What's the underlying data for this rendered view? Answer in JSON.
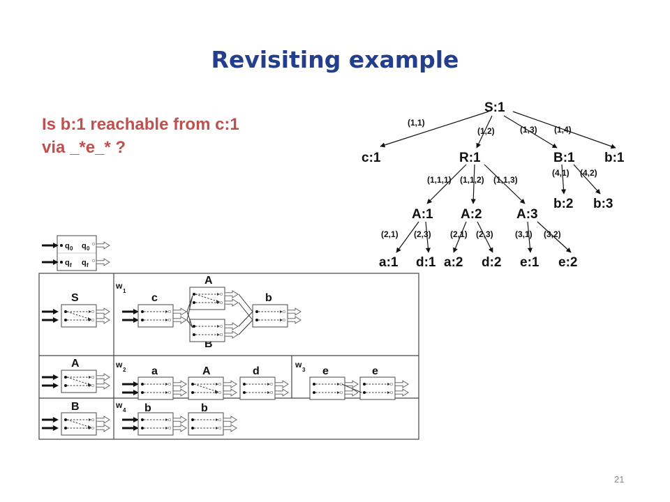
{
  "slide": {
    "title": "Revisiting example",
    "question_line1": "Is b:1 reachable from c:1",
    "question_line2": "via _*e_* ?",
    "page_number": "21"
  },
  "tree": {
    "nodes": {
      "S1": "S:1",
      "c1": "c:1",
      "R1": "R:1",
      "B1": "B:1",
      "b1": "b:1",
      "A1": "A:1",
      "A2": "A:2",
      "A3": "A:3",
      "b2": "b:2",
      "b3": "b:3",
      "a1": "a:1",
      "d1": "d:1",
      "a2": "a:2",
      "d2": "d:2",
      "e1": "e:1",
      "e2": "e:2"
    },
    "edges": {
      "s_c": "(1,1)",
      "s_r": "(1,2)",
      "s_B": "(1,3)",
      "s_b": "(1,4)",
      "r_a1": "(1,1,1)",
      "r_a2": "(1,1,2)",
      "r_a3": "(1,1,3)",
      "B_b2": "(4,1)",
      "B_b3": "(4,2)",
      "a1_a": "(2,1)",
      "a1_d": "(2,3)",
      "a2_a": "(2,1)",
      "a2_d": "(2,3)",
      "a3_e1": "(3,1)",
      "a3_e2": "(3,2)"
    }
  },
  "automaton": {
    "legend": {
      "q0": "q",
      "q0_sub": "0",
      "qf": "q",
      "qf_sub": "f"
    },
    "row1": {
      "left": "S",
      "w": "w",
      "w_sub": "1",
      "c": "c",
      "A": "A",
      "B": "B",
      "b": "b"
    },
    "row2": {
      "left": "A",
      "w": "w",
      "w_sub": "2",
      "a": "a",
      "A": "A",
      "d": "d",
      "w3": "w",
      "w3_sub": "3",
      "e1": "e",
      "e2": "e"
    },
    "row3": {
      "left": "B",
      "w": "w",
      "w_sub": "4",
      "b1": "b",
      "b2": "b"
    }
  }
}
